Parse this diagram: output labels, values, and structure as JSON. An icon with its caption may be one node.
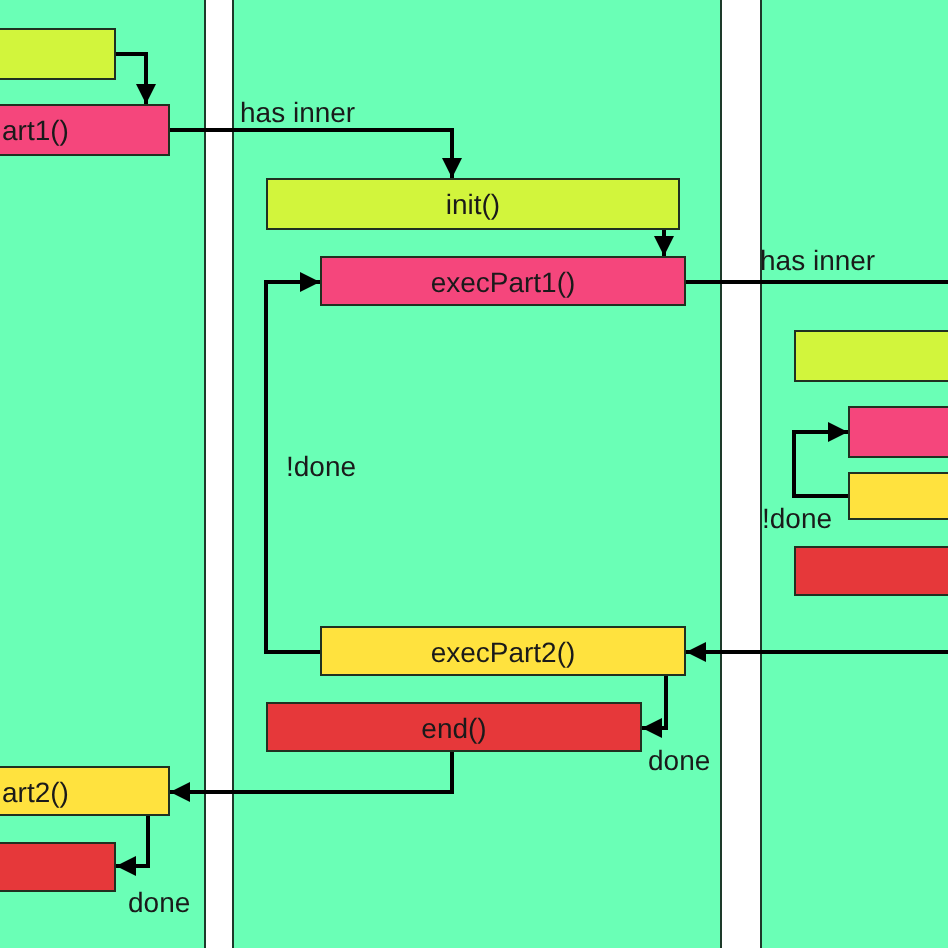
{
  "diagram": {
    "nodes": [
      {
        "text": [],
        "shape": "box"
      },
      {
        "text": [
          "art1()"
        ]
      },
      {
        "text": [
          "art2()"
        ]
      },
      {
        "text": [],
        "shape": "box"
      },
      {
        "text": [
          "init()"
        ]
      },
      {
        "text": [
          "execPart1()"
        ]
      },
      {
        "text": [
          "execPart2()"
        ]
      },
      {
        "text": [
          "end()"
        ]
      },
      {
        "text": [],
        "shape": "box"
      },
      {
        "text": [],
        "shape": "box"
      },
      {
        "text": [],
        "shape": "box"
      },
      {
        "text": [],
        "shape": "box"
      }
    ],
    "edges": [
      {
        "from": 0,
        "to": 1,
        "arrow": "to"
      },
      {
        "from": 1,
        "to": 4,
        "arrow": "to",
        "label": "has inner"
      },
      {
        "from": 4,
        "to": 5,
        "arrow": "to"
      },
      {
        "from": 5,
        "to": null,
        "arrow": "none",
        "label": "has inner"
      },
      {
        "from": 6,
        "to": 5,
        "arrow": "to",
        "label": "!done"
      },
      {
        "from": 6,
        "to": 7,
        "arrow": "to",
        "label": "done"
      },
      {
        "from": 7,
        "to": 2,
        "arrow": "to"
      },
      {
        "from": 2,
        "to": 3,
        "arrow": "to",
        "label": "done"
      },
      {
        "from": null,
        "to": 6,
        "arrow": "to"
      },
      {
        "from": 10,
        "to": 9,
        "arrow": "to",
        "label": "!done"
      }
    ]
  }
}
